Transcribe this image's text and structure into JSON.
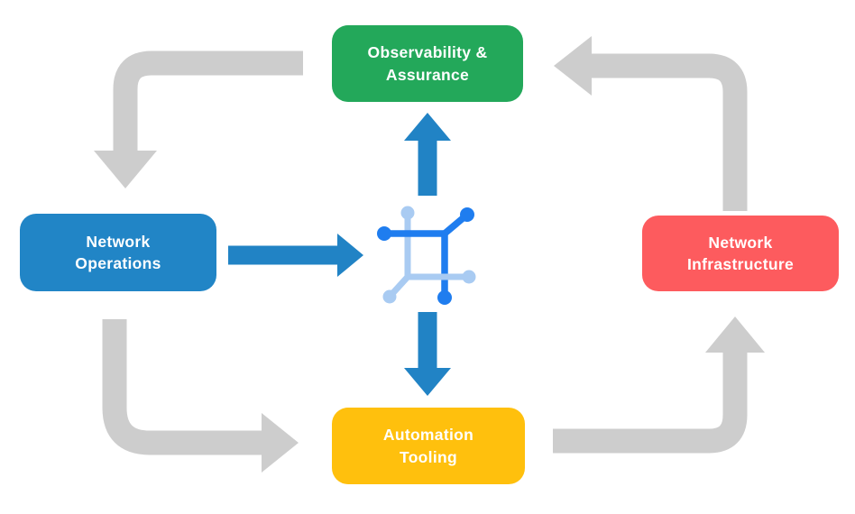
{
  "diagram_type": "cyclic flow diagram",
  "colors": {
    "background": "#FFFFFF",
    "text": "#FFFFFF",
    "gray_arrow": "#CDCDCD",
    "blue_arrow": "#2183C5",
    "green_box": "#23A85A",
    "blue_box": "#2185C6",
    "red_box": "#FD5B5E",
    "yellow_box": "#FFC00D",
    "icon_dark_blue": "#1F7DEF",
    "icon_light_blue": "#A9CBF2"
  },
  "nodes": {
    "observability": {
      "label": "Observability & Assurance",
      "line1": "Observability &",
      "line2": "Assurance",
      "color": "#23A85A",
      "position": "top-center"
    },
    "operations": {
      "label": "Network Operations",
      "line1": "Network",
      "line2": "Operations",
      "color": "#2185C6",
      "position": "middle-left"
    },
    "infrastructure": {
      "label": "Network Infrastructure",
      "line1": "Network",
      "line2": "Infrastructure",
      "color": "#FD5B5E",
      "position": "middle-right"
    },
    "automation": {
      "label": "Automation Tooling",
      "line1": "Automation",
      "line2": "Tooling",
      "color": "#FFC00D",
      "position": "bottom-center"
    }
  },
  "center_icon": {
    "name": "network-fabric-icon",
    "description": "square mesh of connected nodes in two shades of blue",
    "dark_blue": "#1F7DEF",
    "light_blue": "#A9CBF2"
  },
  "connections": [
    {
      "from": "Observability & Assurance",
      "to": "Network Operations",
      "style": "gray-elbow-arrow",
      "direction": "left-then-down"
    },
    {
      "from": "Network Operations",
      "to": "Automation Tooling",
      "style": "gray-elbow-arrow",
      "direction": "down-then-right"
    },
    {
      "from": "Automation Tooling",
      "to": "Network Infrastructure",
      "style": "gray-elbow-arrow",
      "direction": "right-then-up"
    },
    {
      "from": "Network Infrastructure",
      "to": "Observability & Assurance",
      "style": "gray-elbow-arrow",
      "direction": "up-then-left"
    },
    {
      "from": "Network Operations",
      "to": "center-icon",
      "style": "blue-straight-arrow",
      "direction": "right"
    },
    {
      "from": "center-icon",
      "to": "Observability & Assurance",
      "style": "blue-straight-arrow",
      "direction": "up"
    },
    {
      "from": "center-icon",
      "to": "Automation Tooling",
      "style": "blue-straight-arrow",
      "direction": "down"
    }
  ]
}
